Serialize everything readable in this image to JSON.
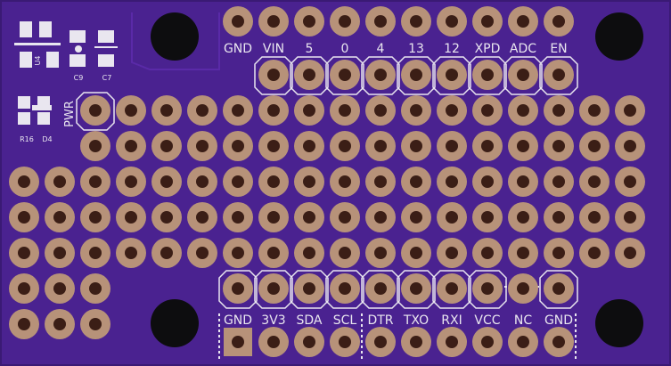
{
  "board": {
    "colors": {
      "board": "#4a2290",
      "board_edge": "#3a1a74",
      "pad": "#b79279",
      "hole": "#3b1e16",
      "silk": "#e9e6ef",
      "mount_hole": "#0d0d0f",
      "trace": "#5a2aa8"
    },
    "top_header_labels": [
      "GND",
      "VIN",
      "5",
      "0",
      "4",
      "13",
      "12",
      "XPD",
      "ADC",
      "EN"
    ],
    "bottom_header_labels": [
      "GND",
      "3V3",
      "SDA",
      "SCL",
      "DTR",
      "TXO",
      "RXI",
      "VCC",
      "NC",
      "GND"
    ],
    "component_labels": {
      "u4": "U4",
      "c9": "C9",
      "c7": "C7",
      "pwr": "PWR",
      "r16": "R16",
      "d4": "D4"
    }
  }
}
